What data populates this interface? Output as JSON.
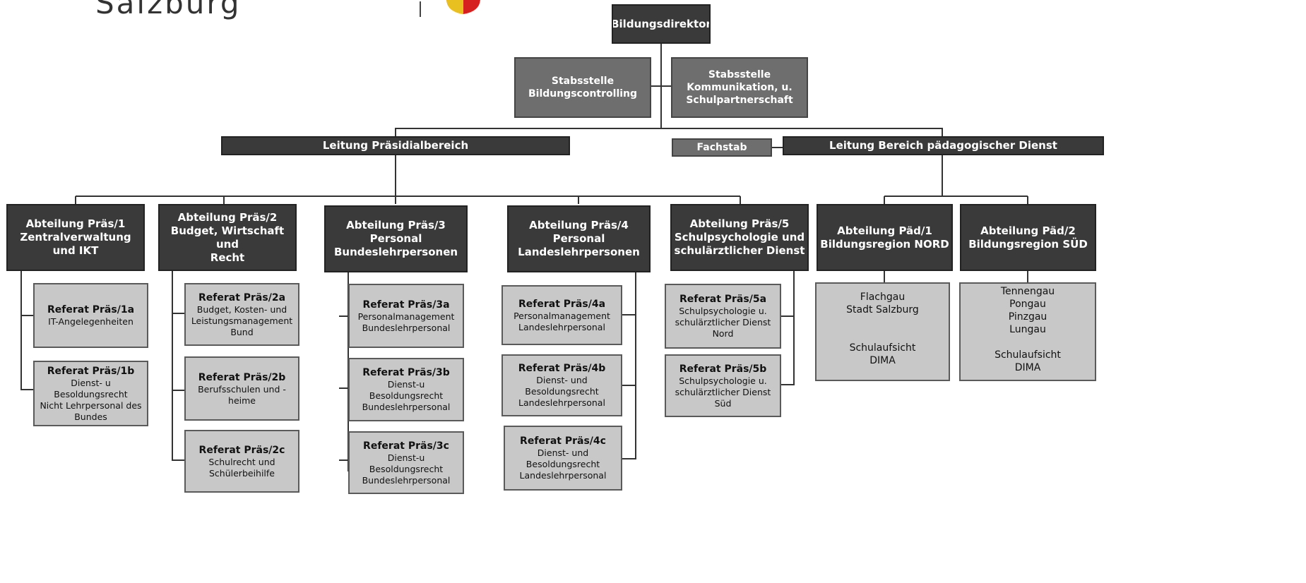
{
  "logo": {
    "wordmark": "Salzburg"
  },
  "top": {
    "title": "Bildungsdirektor"
  },
  "staff": [
    {
      "title": "Stabsstelle\nBildungscontrolling"
    },
    {
      "title": "Stabsstelle\nKommunikation, u.\nSchulpartnerschaft"
    }
  ],
  "fachstab": {
    "title": "Fachstab"
  },
  "leitung_praes": {
    "title": "Leitung Präsidialbereich"
  },
  "leitung_paed": {
    "title": "Leitung Bereich pädagogischer Dienst"
  },
  "departments": [
    {
      "title": "Abteilung Präs/1\nZentralverwaltung und IKT",
      "units": [
        {
          "title": "Referat Präs/1a",
          "sub": "IT-Angelegenheiten"
        },
        {
          "title": "Referat Präs/1b",
          "sub": "Dienst- u Besoldungsrecht\nNicht Lehrpersonal des\nBundes"
        }
      ]
    },
    {
      "title": "Abteilung Präs/2\nBudget, Wirtschaft und\nRecht",
      "units": [
        {
          "title": "Referat Präs/2a",
          "sub": "Budget, Kosten- und\nLeistungsmanagement\nBund"
        },
        {
          "title": "Referat Präs/2b",
          "sub": "Berufsschulen und -heime"
        },
        {
          "title": "Referat Präs/2c",
          "sub": "Schulrecht und\nSchülerbeihilfe"
        }
      ]
    },
    {
      "title": "Abteilung Präs/3\nPersonal\nBundeslehrpersonen",
      "units": [
        {
          "title": "Referat Präs/3a",
          "sub": "Personalmanagement\nBundeslehrpersonal"
        },
        {
          "title": "Referat Präs/3b",
          "sub": "Dienst-u Besoldungsrecht\nBundeslehrpersonal"
        },
        {
          "title": "Referat Präs/3c",
          "sub": "Dienst-u Besoldungsrecht\nBundeslehrpersonal"
        }
      ]
    },
    {
      "title": "Abteilung Präs/4\nPersonal\nLandeslehrpersonen",
      "units": [
        {
          "title": "Referat Präs/4a",
          "sub": "Personalmanagement\nLandeslehrpersonal"
        },
        {
          "title": "Referat Präs/4b",
          "sub": "Dienst- und\nBesoldungsrecht\nLandeslehrpersonal"
        },
        {
          "title": "Referat Präs/4c",
          "sub": "Dienst- und\nBesoldungsrecht\nLandeslehrpersonal"
        }
      ]
    },
    {
      "title": "Abteilung Präs/5\nSchulpsychologie und\nschulärztlicher Dienst",
      "units": [
        {
          "title": "Referat Präs/5a",
          "sub": "Schulpsychologie u.\nschulärztlicher Dienst\nNord"
        },
        {
          "title": "Referat Präs/5b",
          "sub": "Schulpsychologie u.\nschulärztlicher Dienst\nSüd"
        }
      ]
    }
  ],
  "paed_departments": [
    {
      "title": "Abteilung Päd/1\nBildungsregion NORD",
      "regions": "Flachgau\nStadt Salzburg\n\n\nSchulaufsicht\nDIMA"
    },
    {
      "title": "Abteilung Päd/2\nBildungsregion SÜD",
      "regions": "Tennengau\nPongau\nPinzgau\nLungau\n\nSchulaufsicht\nDIMA"
    }
  ],
  "colors": {
    "dark": "#3a3a3a",
    "mid": "#6e6e6e",
    "light": "#c8c8c8",
    "line": "#333333"
  }
}
